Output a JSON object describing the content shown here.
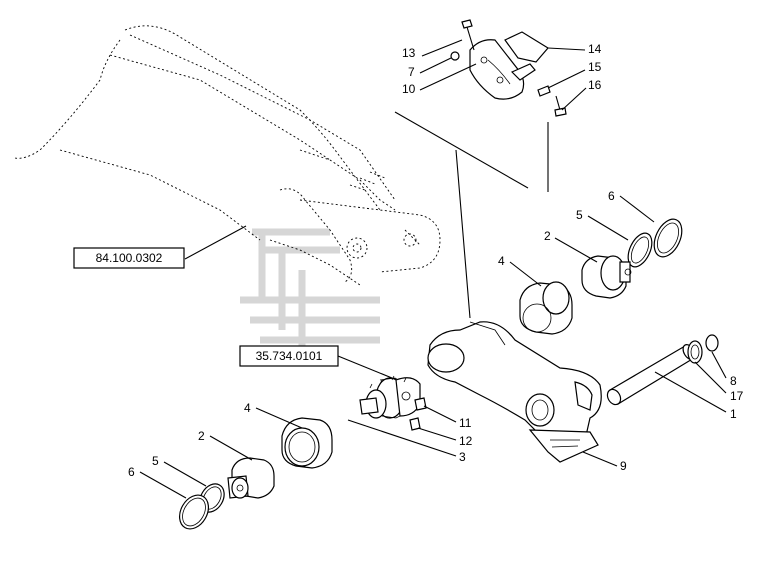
{
  "refs": {
    "boom_ref": "84.100.0302",
    "hub_ref": "35.734.0101"
  },
  "callouts": {
    "c1": "1",
    "c2_upper": "2",
    "c2_lower": "2",
    "c3": "3",
    "c4_upper": "4",
    "c4_lower": "4",
    "c5_upper": "5",
    "c5_lower": "5",
    "c6_upper": "6",
    "c6_lower": "6",
    "c7": "7",
    "c8": "8",
    "c9": "9",
    "c10": "10",
    "c11": "11",
    "c12": "12",
    "c13": "13",
    "c14": "14",
    "c15": "15",
    "c16": "16",
    "c17": "17"
  }
}
